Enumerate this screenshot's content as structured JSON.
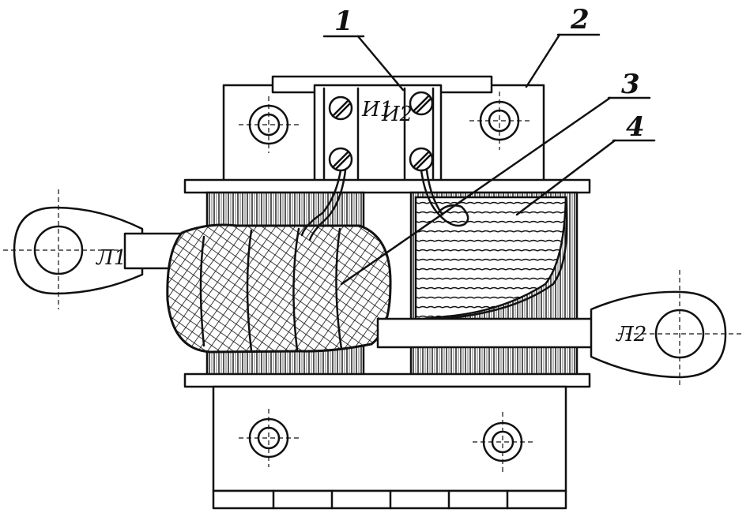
{
  "diagram": {
    "callouts": [
      "1",
      "2",
      "3",
      "4"
    ],
    "terminals": {
      "control_1": "И1",
      "control_2": "И2",
      "line_1": "Л1",
      "line_2": "Л2"
    }
  }
}
